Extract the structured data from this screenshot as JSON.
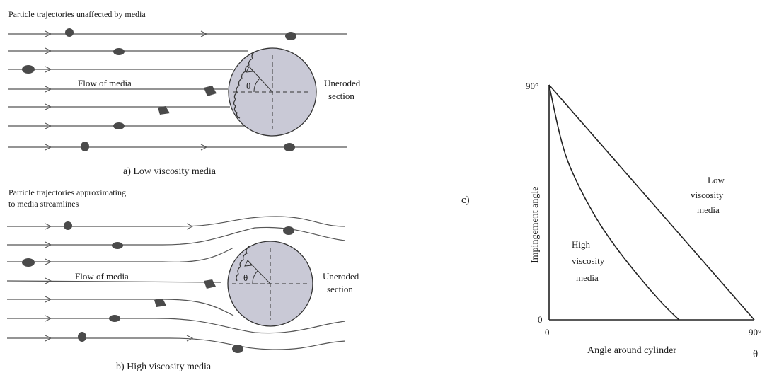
{
  "panel_a": {
    "trajectory_note": "Particle trajectories unaffected by media",
    "flow_label": "Flow of media",
    "theta": "θ",
    "uneroded_line1": "Uneroded",
    "uneroded_line2": "section",
    "caption": "a) Low viscosity media"
  },
  "panel_b": {
    "trajectory_note_line1": "Particle trajectories approximating",
    "trajectory_note_line2": "to media streamlines",
    "flow_label": "Flow of media",
    "theta": "θ",
    "uneroded_line1": "Uneroded",
    "uneroded_line2": "section",
    "caption": "b) High viscosity media"
  },
  "panel_c": {
    "tag": "c)",
    "ylabel": "Impingement angle",
    "xlabel": "Angle around cylinder",
    "theta_symbol": "θ",
    "y_tick_top": "90°",
    "y_tick_bottom": "0",
    "x_tick_left": "0",
    "x_tick_right": "90°",
    "low_label": [
      "Low",
      "viscosity",
      "media"
    ],
    "high_label": [
      "High",
      "viscosity",
      "media"
    ]
  },
  "chart_data": {
    "type": "line",
    "xlabel": "Angle around cylinder",
    "ylabel": "Impingement angle",
    "xlim": [
      0,
      90
    ],
    "ylim": [
      0,
      90
    ],
    "series": [
      {
        "name": "Low viscosity media",
        "x": [
          0,
          90
        ],
        "y": [
          90,
          0
        ]
      },
      {
        "name": "High viscosity media",
        "x": [
          0,
          5,
          10,
          20,
          30,
          40,
          50,
          57
        ],
        "y": [
          90,
          70,
          57,
          40,
          27,
          16,
          6,
          0
        ]
      }
    ]
  }
}
